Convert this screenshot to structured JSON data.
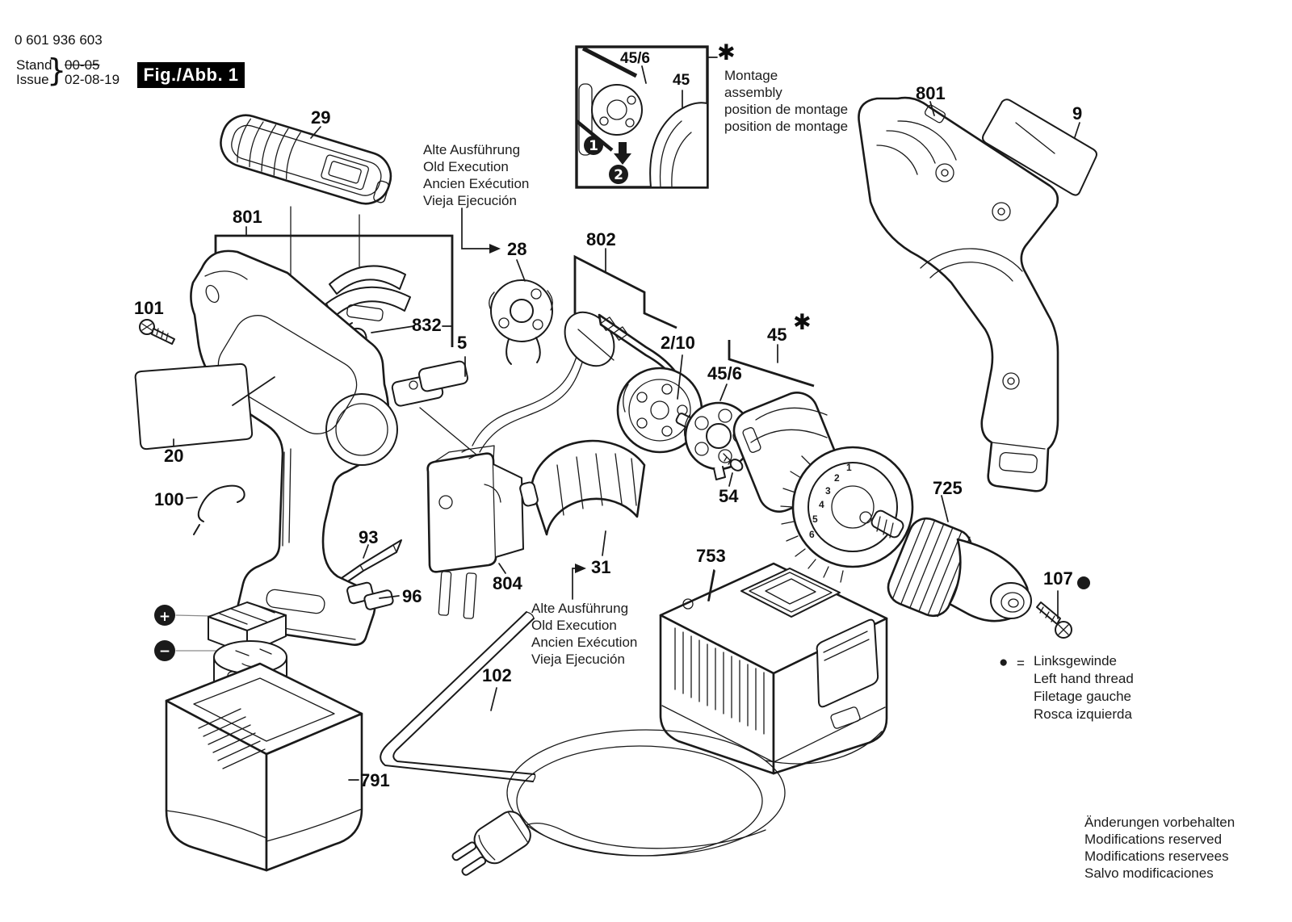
{
  "header": {
    "part_number": "0 601 936 603",
    "stand_label": "Stand",
    "issue_label": "Issue",
    "brace": "}",
    "superseded_date": "00-05",
    "issue_date": "02-08-19",
    "figure_label": "Fig./Abb. 1"
  },
  "callouts": {
    "29": "29",
    "801_left": "801",
    "101": "101",
    "832": "832",
    "5": "5",
    "28": "28",
    "20": "20",
    "100": "100",
    "93": "93",
    "96": "96",
    "804": "804",
    "31": "31",
    "802": "802",
    "2/10": "2/10",
    "45/6": "45/6",
    "45": "45",
    "45_star": "✱",
    "54": "54",
    "725": "725",
    "753": "753",
    "102": "102",
    "107": "107",
    "791": "791",
    "801_right": "801",
    "9": "9"
  },
  "inset": {
    "label_45_6": "45/6",
    "label_45": "45",
    "step_1": "1",
    "step_2": "2"
  },
  "montage_note": {
    "symbol": "✱",
    "lines": [
      "Montage",
      "assembly",
      "position de montage",
      "position de montage"
    ]
  },
  "old_execution_note_top": [
    "Alte Ausführung",
    "Old Execution",
    "Ancien Exécution",
    "Vieja Ejecución"
  ],
  "old_execution_note_bottom": [
    "Alte Ausführung",
    "Old Execution",
    "Ancien Exécution",
    "Vieja Ejecución"
  ],
  "left_hand_thread_note": {
    "symbol": "●",
    "equals_sign": "=",
    "lines": [
      "Linksgewinde",
      "Left hand thread",
      "Filetage gauche",
      "Rosca izquierda"
    ]
  },
  "modifications_note": [
    "Änderungen vorbehalten",
    "Modifications reserved",
    "Modifications reservees",
    "Salvo modificaciones"
  ],
  "torque_dial_numbers": [
    "1",
    "2",
    "3",
    "4",
    "5",
    "6"
  ],
  "battery_terminals": {
    "plus": "+",
    "minus": "−"
  },
  "colors": {
    "ink": "#1a1a1a",
    "paper": "#ffffff",
    "badge_bg": "#000000",
    "badge_text": "#ffffff"
  }
}
